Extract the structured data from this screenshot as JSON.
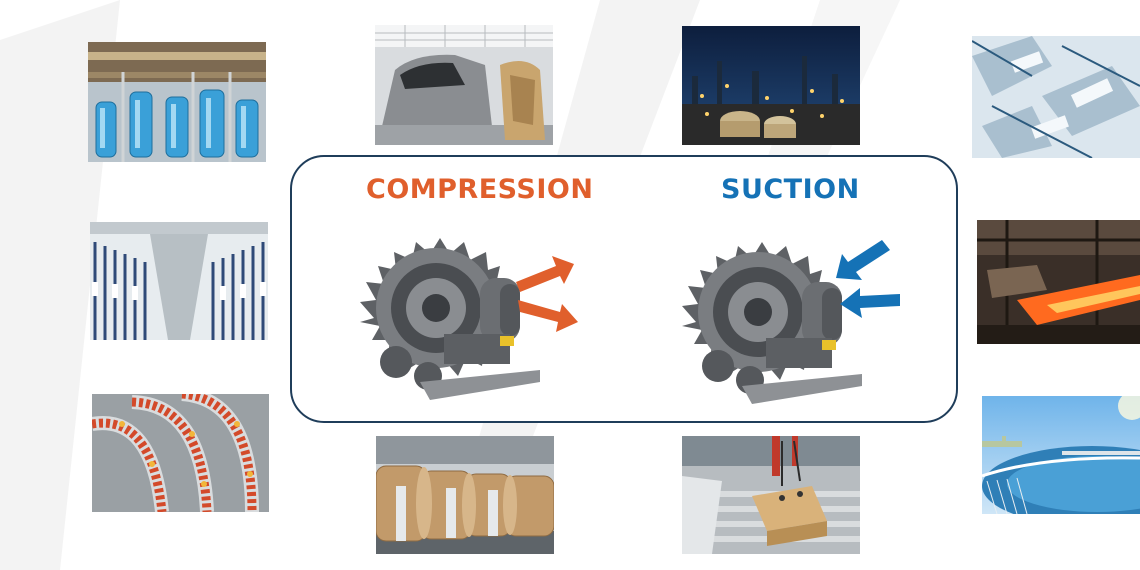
{
  "modes": {
    "compression": {
      "title": "COMPRESSION",
      "color": "#e05f2c"
    },
    "suction": {
      "title": "SUCTION",
      "color": "#1572b6"
    }
  },
  "colors": {
    "panel_border": "#1f3d5a",
    "blower_body": "#6b6e72",
    "blower_dark": "#3f4246",
    "label_yellow": "#e9c12a"
  },
  "application_photos": [
    {
      "name": "bottle-filling-photo"
    },
    {
      "name": "textile-spinning-photo"
    },
    {
      "name": "fruit-conveyor-photo"
    },
    {
      "name": "car-paint-booth-photo"
    },
    {
      "name": "paper-roll-photo"
    },
    {
      "name": "refinery-night-photo"
    },
    {
      "name": "robot-packaging-photo"
    },
    {
      "name": "machine-tooling-photo"
    },
    {
      "name": "steel-mill-photo"
    },
    {
      "name": "water-treatment-photo"
    }
  ]
}
